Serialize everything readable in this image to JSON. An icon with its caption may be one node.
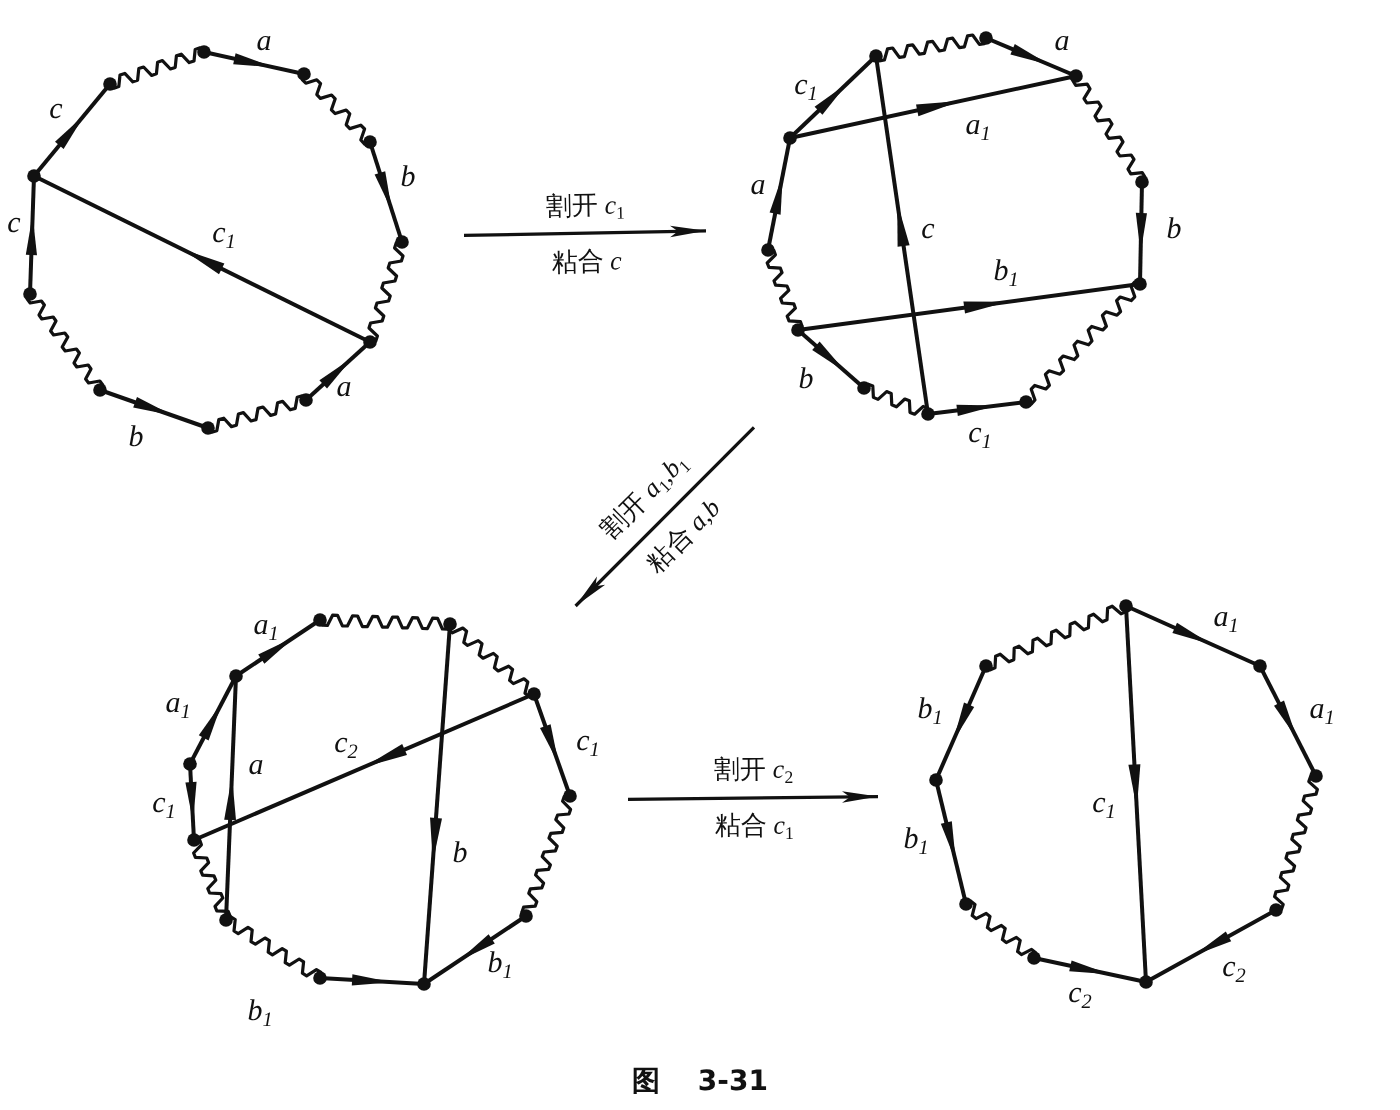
{
  "diagram": {
    "caption": "图 3-31",
    "nodes": [
      {
        "text": [],
        "shape": "picture"
      },
      {
        "text": [],
        "shape": "picture"
      },
      {
        "text": [],
        "shape": "picture"
      },
      {
        "text": [],
        "shape": "picture"
      }
    ],
    "edges": [
      {
        "from": 0,
        "to": 1,
        "arrow": "to",
        "label": "割开 *c*$_{1}$ 粘合 *c*"
      },
      {
        "from": 1,
        "to": 2,
        "arrow": "to",
        "label": "割开 *a*$_{1}$,*b*$_{1}$ 粘合 *a*,*b*"
      },
      {
        "from": 2,
        "to": 3,
        "arrow": "to",
        "label": "割开 *c*$_{2}$ 粘合 *c*$_{1}$"
      }
    ],
    "labels": [
      "a",
      "c",
      "b",
      "c",
      "c$_{1}$",
      "a",
      "b",
      "a",
      "c$_{1}$",
      "a$_{1}$",
      "a",
      "c",
      "b",
      "b$_{1}$",
      "b",
      "c$_{1}$",
      "a$_{1}$",
      "a$_{1}$",
      "c$_{1}$",
      "c$_{2}$",
      "a",
      "c$_{1}$",
      "b",
      "b$_{1}$",
      "b$_{1}$",
      "a$_{1}$",
      "a$_{1}$",
      "b$_{1}$",
      "c$_{1}$",
      "b$_{1}$",
      "c$_{2}$",
      "c$_{2}$"
    ]
  }
}
